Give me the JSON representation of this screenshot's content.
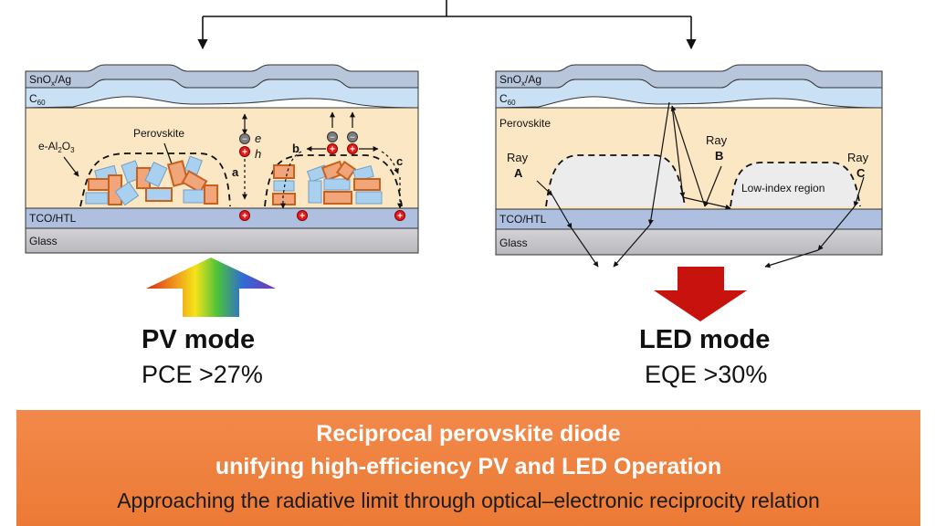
{
  "left_panel": {
    "layers": {
      "top": "SnO",
      "top_sub": "x",
      "top_tail": "/Ag",
      "c60": "C",
      "c60_sub": "60",
      "tco": "TCO/HTL",
      "glass": "Glass"
    },
    "label_al2o3": "e-Al",
    "label_al2o3_sub1": "2",
    "label_al2o3_mid": "O",
    "label_al2o3_sub2": "3",
    "label_perovskite": "Perovskite",
    "label_e": "e",
    "label_h": "h",
    "label_a": "a",
    "label_b": "b",
    "label_c": "c",
    "minus_sign": "−",
    "plus_sign": "+"
  },
  "right_panel": {
    "layers": {
      "top": "SnO",
      "top_sub": "x",
      "top_tail": "/Ag",
      "c60": "C",
      "c60_sub": "60",
      "perovskite": "Perovskite",
      "tco": "TCO/HTL",
      "glass": "Glass"
    },
    "ray_a": "Ray",
    "ray_a_letter": "A",
    "ray_b": "Ray",
    "ray_b_letter": "B",
    "ray_c": "Ray",
    "ray_c_letter": "C",
    "low_index": "Low-index region"
  },
  "pv": {
    "title": "PV mode",
    "metric": "PCE >27%"
  },
  "led": {
    "title": "LED mode",
    "metric": "EQE >30%"
  },
  "banner": {
    "line1": "Reciprocal perovskite diode",
    "line2": "unifying high-efficiency PV and LED Operation",
    "line3": "Approaching the radiative limit through optical–electronic reciprocity relation"
  },
  "colors": {
    "perovskite": "#fbe7c3",
    "c60": "#c9e0f5",
    "top_layer": "#b8c6dc",
    "tco": "#aebfe0",
    "glass": "#c4c4c8",
    "grain_orange": "#c8601e",
    "grain_blue": "#a9d0ee",
    "led_arrow": "#c8120e",
    "banner": "#ee7d3a"
  }
}
